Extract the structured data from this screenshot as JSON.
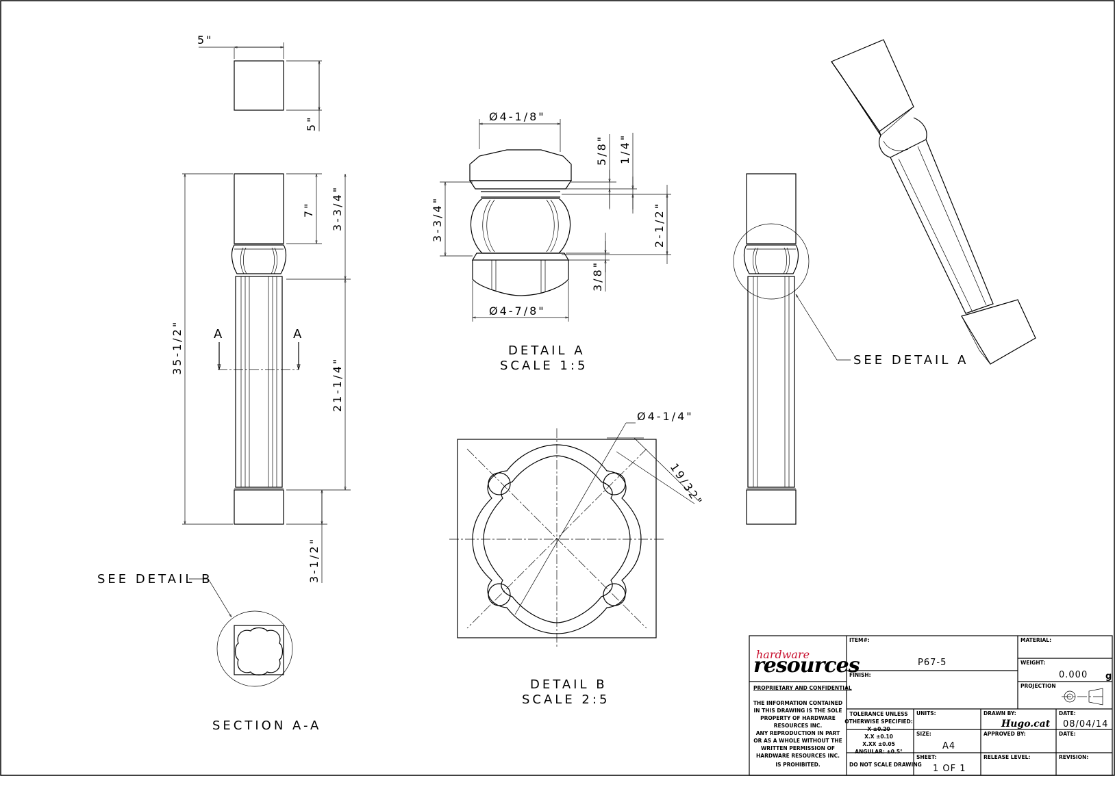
{
  "dimensions": {
    "top_width": "5\"",
    "top_height": "5\"",
    "overall_height": "35-1/2\"",
    "block_top": "7\"",
    "to_bead": "3-3/4\"",
    "shaft_length": "21-1/4\"",
    "bottom_block": "3-1/2\"",
    "detail_a_top_dia": "Ø4-1/8\"",
    "detail_a_bottom_dia": "Ø4-7/8\"",
    "detail_a_height": "3-3/4\"",
    "detail_a_5_8": "5/8\"",
    "detail_a_1_4": "1/4\"",
    "detail_a_2_1_2": "2-1/2\"",
    "detail_a_3_8": "3/8\"",
    "detail_b_dia": "Ø4-1/4\"",
    "detail_b_19_32": "19/32\""
  },
  "labels": {
    "section_mark_left": "A",
    "section_mark_right": "A",
    "see_detail_a": "SEE DETAIL A",
    "see_detail_b": "SEE DETAIL B",
    "detail_a_title": "DETAIL A",
    "detail_a_scale": "SCALE 1:5",
    "detail_b_title": "DETAIL B",
    "detail_b_scale": "SCALE 2:5",
    "section_title": "SECTION  A-A"
  },
  "title_block": {
    "logo_top": "hardware",
    "logo_main": "resources",
    "proprietary_heading": "PROPRIETARY AND CONFIDENTIAL",
    "proprietary_lines": [
      "THE INFORMATION CONTAINED",
      "IN THIS DRAWING IS THE SOLE",
      "PROPERTY OF HARDWARE",
      "RESOURCES INC.",
      "ANY REPRODUCTION IN PART",
      "OR AS A WHOLE WITHOUT THE",
      "WRITTEN PERMISSION OF",
      "HARDWARE RESOURCES INC.",
      "IS PROHIBITED."
    ],
    "item_label": "ITEM#:",
    "item_value": "P67-5",
    "finish_label": "FINISH:",
    "material_label": "MATERIAL:",
    "weight_label": "WEIGHT:",
    "weight_value": "0.000",
    "weight_unit": "g",
    "projection_label": "PROJECTION",
    "tolerance_lines": [
      "TOLERANCE UNLESS",
      "OTHERWISE SPECIFIED:",
      "X    ±0.20",
      "X.X   ±0.10",
      "X.XX  ±0.05",
      "ANGULAR: ±0.5°"
    ],
    "do_not_scale": "DO NOT SCALE DRAWING",
    "units_label": "UNITS:",
    "size_label": "SIZE:",
    "size_value": "A4",
    "sheet_label": "SHEET:",
    "sheet_value": "1 OF 1",
    "drawn_by_label": "DRAWN BY:",
    "drawn_by_value": "Hugo.cat",
    "approved_by_label": "APPROVED BY:",
    "release_level_label": "RELEASE LEVEL:",
    "date_label": "DATE:",
    "date_value": "08/04/14",
    "date2_label": "DATE:",
    "revision_label": "REVISION:"
  }
}
